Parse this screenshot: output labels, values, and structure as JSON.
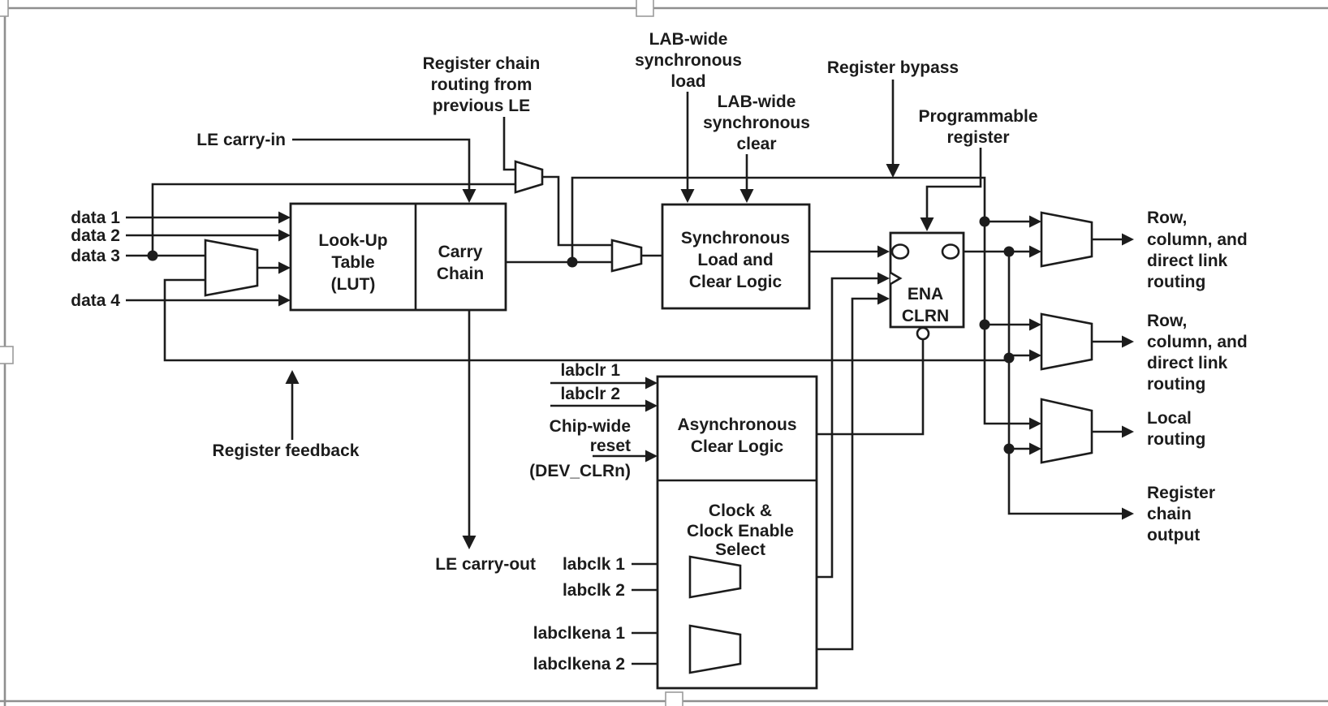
{
  "labels": {
    "register_chain_routing": [
      "Register chain",
      "routing from",
      "previous LE"
    ],
    "lab_wide_sync_load": [
      "LAB-wide",
      "synchronous",
      "load"
    ],
    "register_bypass": "Register bypass",
    "lab_wide_sync_clear": [
      "LAB-wide",
      "synchronous",
      "clear"
    ],
    "programmable_register": [
      "Programmable",
      "register"
    ],
    "le_carry_in": "LE carry-in",
    "data_inputs": [
      "data 1",
      "data 2",
      "data 3",
      "data 4"
    ],
    "lut": [
      "Look-Up",
      "Table",
      "(LUT)"
    ],
    "carry_chain": [
      "Carry",
      "Chain"
    ],
    "sync_load_clear": [
      "Synchronous",
      "Load and",
      "Clear Logic"
    ],
    "register_ports": {
      "ena": "ENA",
      "clrn": "CLRN"
    },
    "register_feedback": "Register feedback",
    "le_carry_out": "LE carry-out",
    "labclr_1": "labclr 1",
    "labclr_2": "labclr 2",
    "chip_wide_reset": [
      "Chip-wide",
      "reset",
      "(DEV_CLRn)"
    ],
    "async_clear": [
      "Asynchronous",
      "Clear Logic"
    ],
    "clock_enable_select": [
      "Clock &",
      "Clock Enable",
      "Select"
    ],
    "labclk_1": "labclk 1",
    "labclk_2": "labclk 2",
    "labclkena_1": "labclkena 1",
    "labclkena_2": "labclkena 2",
    "out_row_col_1": [
      "Row,",
      "column, and",
      "direct link",
      "routing"
    ],
    "out_row_col_2": [
      "Row,",
      "column, and",
      "direct link",
      "routing"
    ],
    "out_local": [
      "Local",
      "routing"
    ],
    "out_reg_chain": [
      "Register",
      "chain",
      "output"
    ]
  },
  "colors": {
    "background": "#ffffff",
    "diagram_stroke": "#1c1c1c",
    "selection_frame": "#8f8f8f",
    "handle_fill": "#ffffff",
    "handle_border": "#9b9b9b"
  }
}
